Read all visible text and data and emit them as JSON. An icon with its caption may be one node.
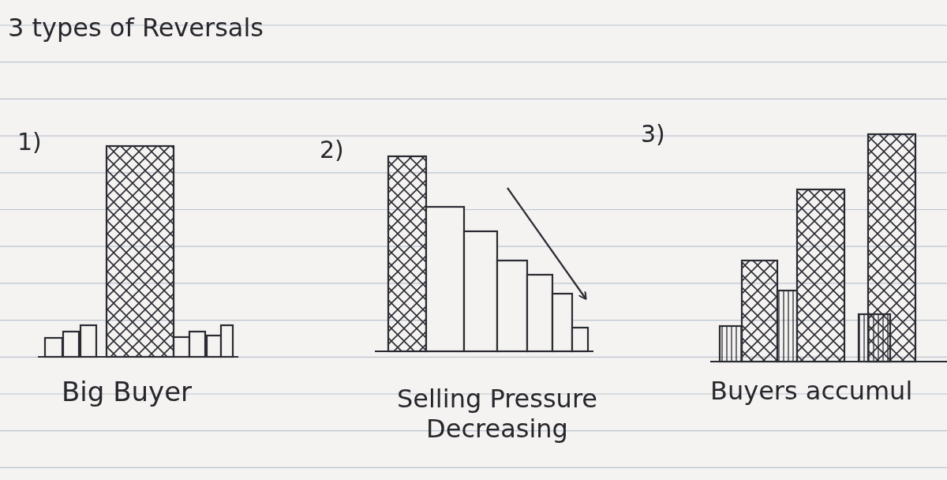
{
  "diagram": {
    "title": "3 types of Reversals",
    "labels": [
      "1)",
      "2)",
      "3)",
      "Big Buyer",
      "Selling Pressure Decreasing",
      "Buyers accumul"
    ]
  }
}
